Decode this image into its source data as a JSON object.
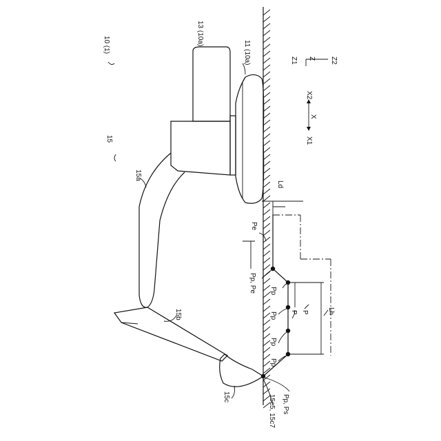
{
  "labels": {
    "machine": "10 (1)",
    "upper": "13 (10a)",
    "lower": "11 (10a)",
    "front": "15",
    "boom": "15a",
    "arm": "15b",
    "bucket": "15c",
    "tip": "15c5, 15c7",
    "pp_ps": "Pp, Ps",
    "pp_pe": "Pp, Pe",
    "pp": "Pp",
    "pe": "Pe",
    "p": "P",
    "ld": "Ld",
    "lh": "Lh",
    "z1": "Z1",
    "z": "Z",
    "z2": "Z2",
    "x1": "X1",
    "x": "X",
    "x2": "X2"
  }
}
